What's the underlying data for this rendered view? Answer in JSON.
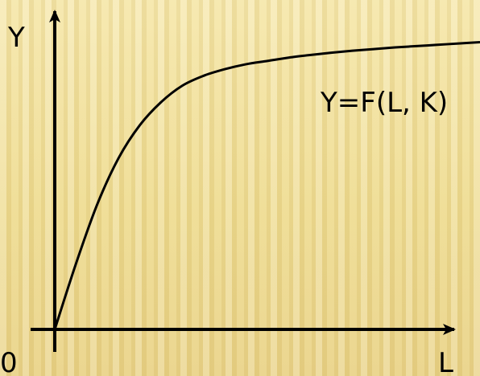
{
  "chart_data": {
    "type": "line",
    "title": "",
    "xlabel": "L",
    "ylabel": "Y",
    "origin_label": "0",
    "series": [
      {
        "name": "Y=F(L, K)",
        "x": [
          0,
          0.05,
          0.1,
          0.15,
          0.2,
          0.25,
          0.3,
          0.35,
          0.4,
          0.45,
          0.5,
          0.55,
          0.6,
          0.65,
          0.7,
          0.75,
          0.8,
          0.85,
          0.9,
          0.95,
          1
        ],
        "y": [
          0,
          0.2,
          0.38,
          0.52,
          0.62,
          0.69,
          0.74,
          0.77,
          0.79,
          0.805,
          0.815,
          0.825,
          0.833,
          0.84,
          0.846,
          0.851,
          0.856,
          0.86,
          0.864,
          0.868,
          0.872
        ]
      }
    ],
    "xlim": [
      0,
      1
    ],
    "ylim": [
      0,
      1
    ],
    "grid": false,
    "colors": {
      "axes": "#000000",
      "curve": "#000000",
      "background": "#f2e2a0"
    }
  }
}
